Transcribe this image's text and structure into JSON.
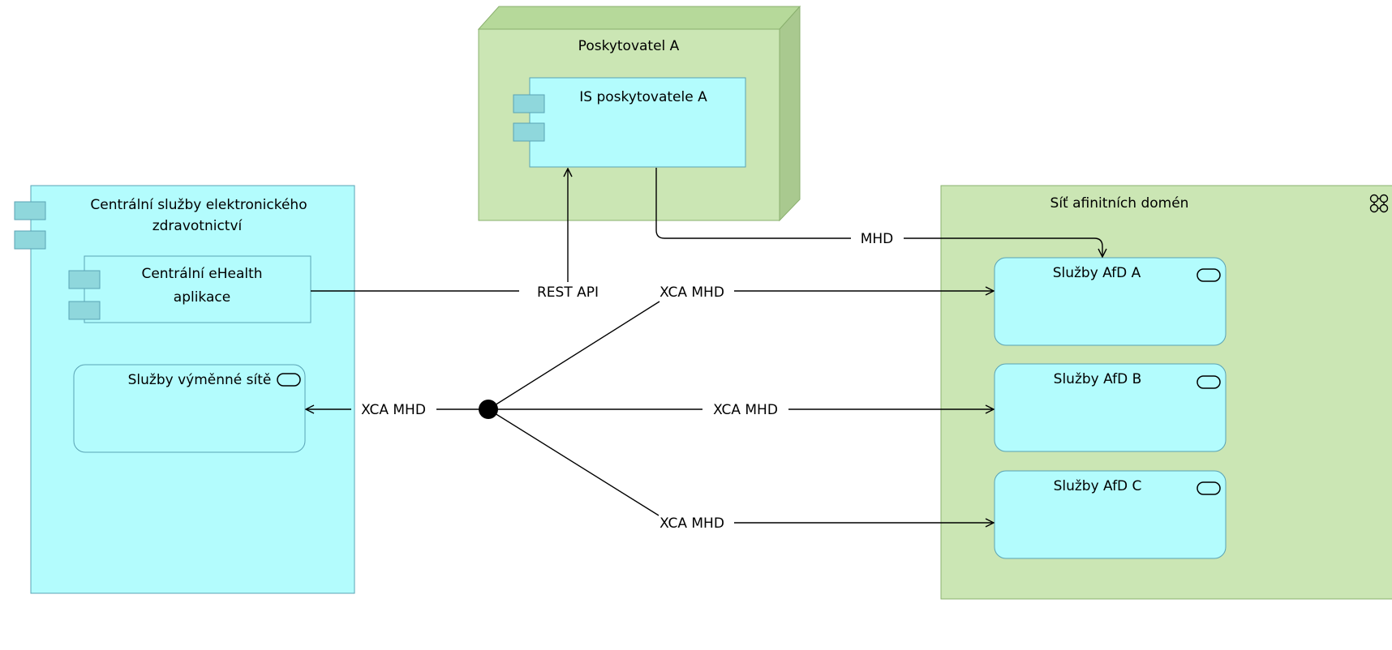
{
  "nodes": {
    "poskytovatel": {
      "label": "Poskytovatel A"
    },
    "is_poskytovatele": {
      "label": "IS poskytovatele A"
    },
    "centralni_sluzby": {
      "label_line1": "Centrální služby elektronického",
      "label_line2": "zdravotnictví"
    },
    "centralni_aplikace": {
      "label_line1": "Centrální eHealth",
      "label_line2": "aplikace"
    },
    "sluzby_vymenne_site": {
      "label": "Služby výměnné sítě"
    },
    "sit_afinitnich_domen": {
      "label": "Síť afinitních domén"
    },
    "sluzby_afd_a": {
      "label": "Služby AfD A"
    },
    "sluzby_afd_b": {
      "label": "Služby AfD B"
    },
    "sluzby_afd_c": {
      "label": "Služby AfD C"
    }
  },
  "edges": {
    "mhd": "MHD",
    "rest_api": "REST API",
    "xca_a": "XCA MHD",
    "xca_b": "XCA MHD",
    "xca_c": "XCA MHD",
    "xca_left": "XCA MHD"
  },
  "icons": [
    "component-icon",
    "service-icon",
    "network-icon",
    "junction-icon"
  ],
  "colors": {
    "node_fill": "#cbe6b4",
    "node_side": "#a9c98f",
    "node_stroke": "#8ab06e",
    "app_fill": "#b3fcfd",
    "app_stroke": "#5aa3b5",
    "component_tab": "#8fd7dc",
    "line": "#000000"
  }
}
